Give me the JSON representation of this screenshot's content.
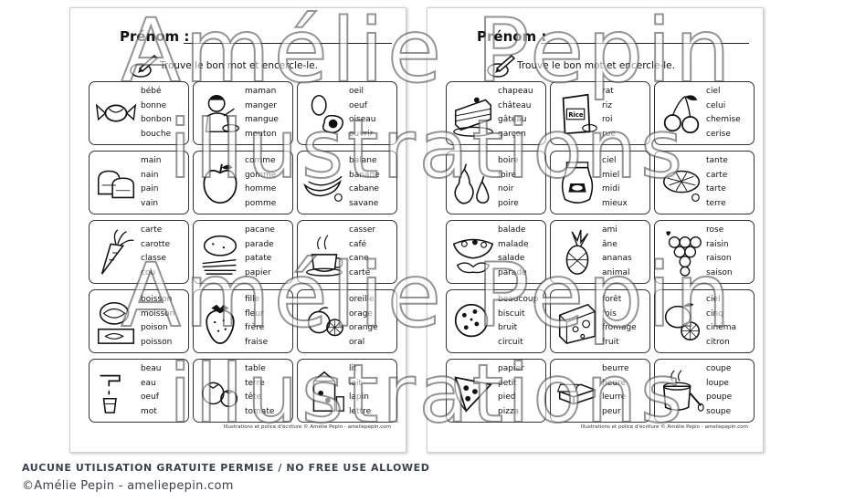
{
  "sheet_labels": {
    "prenom": "Prénom :",
    "instruction": "Trouve le bon mot et encercle-le.",
    "footer": "Illustrations et police d'écriture © Amélie Pepin - ameliepepin.com"
  },
  "left_sheet": {
    "cards": [
      {
        "icon": "candy-icon",
        "words": [
          "bébé",
          "bonne",
          "bonbon",
          "bouche"
        ]
      },
      {
        "icon": "child-eating-icon",
        "words": [
          "maman",
          "manger",
          "mangue",
          "mouton"
        ]
      },
      {
        "icon": "egg-icon",
        "words": [
          "oeil",
          "oeuf",
          "oiseau",
          "ouvrir"
        ]
      },
      {
        "icon": "bread-icon",
        "words": [
          "main",
          "nain",
          "pain",
          "vain"
        ]
      },
      {
        "icon": "apple-icon",
        "words": [
          "comme",
          "gomme",
          "homme",
          "pomme"
        ]
      },
      {
        "icon": "banana-icon",
        "words": [
          "balane",
          "banane",
          "cabane",
          "savane"
        ]
      },
      {
        "icon": "carrot-icon",
        "words": [
          "carte",
          "carotte",
          "classe",
          "cou"
        ]
      },
      {
        "icon": "potato-icon",
        "words": [
          "pacane",
          "parade",
          "patate",
          "papier"
        ]
      },
      {
        "icon": "coffee-icon",
        "words": [
          "casser",
          "café",
          "cane",
          "carte"
        ]
      },
      {
        "icon": "fish-icon",
        "words": [
          "boisson",
          "moisson",
          "poison",
          "poisson"
        ]
      },
      {
        "icon": "strawberry-icon",
        "words": [
          "fille",
          "fleur",
          "frère",
          "fraise"
        ]
      },
      {
        "icon": "orange-icon",
        "words": [
          "oreille",
          "orage",
          "orange",
          "oral"
        ]
      },
      {
        "icon": "water-icon",
        "words": [
          "beau",
          "eau",
          "oeuf",
          "mot"
        ]
      },
      {
        "icon": "tomato-icon",
        "words": [
          "table",
          "terre",
          "tête",
          "tomate"
        ]
      },
      {
        "icon": "milk-icon",
        "words": [
          "lit",
          "lait",
          "lapin",
          "lettre"
        ]
      }
    ]
  },
  "right_sheet": {
    "cards": [
      {
        "icon": "cake-icon",
        "words": [
          "chapeau",
          "château",
          "gâteau",
          "garçon"
        ]
      },
      {
        "icon": "rice-icon",
        "words": [
          "rat",
          "riz",
          "roi",
          "rue"
        ]
      },
      {
        "icon": "cherry-icon",
        "words": [
          "ciel",
          "celui",
          "chemise",
          "cerise"
        ]
      },
      {
        "icon": "pear-icon",
        "words": [
          "boire",
          "foire",
          "noir",
          "poire"
        ]
      },
      {
        "icon": "honey-icon",
        "words": [
          "ciel",
          "miel",
          "midi",
          "mieux"
        ]
      },
      {
        "icon": "pie-icon",
        "words": [
          "tante",
          "carte",
          "tarte",
          "terre"
        ]
      },
      {
        "icon": "salad-icon",
        "words": [
          "balade",
          "malade",
          "salade",
          "parade"
        ]
      },
      {
        "icon": "pineapple-icon",
        "words": [
          "ami",
          "âne",
          "ananas",
          "animal"
        ]
      },
      {
        "icon": "grapes-icon",
        "words": [
          "rose",
          "raisin",
          "raison",
          "saison"
        ]
      },
      {
        "icon": "cookie-icon",
        "words": [
          "beaucoup",
          "biscuit",
          "bruit",
          "circuit"
        ]
      },
      {
        "icon": "cheese-icon",
        "words": [
          "forêt",
          "fois",
          "fromage",
          "fruit"
        ]
      },
      {
        "icon": "lemon-icon",
        "words": [
          "ciel",
          "cinq",
          "cinéma",
          "citron"
        ]
      },
      {
        "icon": "pizza-icon",
        "words": [
          "papier",
          "petit",
          "pied",
          "pizza"
        ]
      },
      {
        "icon": "butter-icon",
        "words": [
          "beurre",
          "heure",
          "leurre",
          "peur"
        ]
      },
      {
        "icon": "soup-icon",
        "words": [
          "coupe",
          "loupe",
          "poupe",
          "soupe"
        ]
      }
    ]
  },
  "watermark": {
    "line1": "Amélie Pepin",
    "line2": "illustrations"
  },
  "notice": "AUCUNE UTILISATION GRATUITE PERMISE / NO FREE USE ALLOWED",
  "copyright": "©Amélie Pepin - ameliepepin.com"
}
